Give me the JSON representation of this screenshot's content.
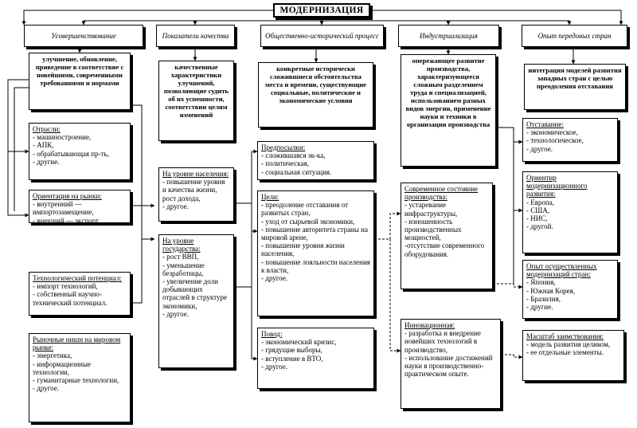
{
  "title": "МОДЕРНИЗАЦИЯ",
  "columns": [
    {
      "id": "c1",
      "header": "Усовершенствование"
    },
    {
      "id": "c2",
      "header": "Показатели качества"
    },
    {
      "id": "c3",
      "header": "Общественно-исторический процесс"
    },
    {
      "id": "c4",
      "header": "Индустриализация"
    },
    {
      "id": "c5",
      "header": "Опыт передовых стран"
    }
  ],
  "descriptions": {
    "c1": "улучшение, обновление, приведение в соответствие с новейшими, современными требованиями и нормами",
    "c2": "качественные характеристики улучшений, позволяющие судить об их успешности, соответствии целям изменений",
    "c3": "конкретные исторически сложившиеся обстоятельства места и времени, существующие социальные, политические и экономические условия",
    "c4": "опережающее развитие производства, характеризующееся сложным разделением труда и специализацией, использованием разных видов энергии, применение науки и техники в организации производства",
    "c5": "интеграция моделей развития западных стран с целью преодоления отставания"
  },
  "blocks": {
    "otrasli": {
      "head": "Отрасли:",
      "items": [
        "- машиностроение,",
        "- АПК,",
        "- обрабатывающая пр-ть,",
        "- другие."
      ]
    },
    "orientation": {
      "head": "Ориентация на рынки:",
      "items": [
        "- внутренний — импортозамещение,",
        "- внешний — экспорт."
      ]
    },
    "tech": {
      "head": "Технологический потенциал:",
      "items": [
        "- импорт технологий,",
        "- собственный научно-технический потенциал."
      ]
    },
    "niches": {
      "head": "Рыночные ниши на мировом рынке:",
      "items": [
        "- энергетика,",
        "- информационные технологии,",
        "- гуманитарные технологии,",
        "- другое."
      ]
    },
    "population": {
      "head": "На уровне населения:",
      "items": [
        "- повышение уровня и качества жизни,",
        "рост дохода,",
        "- другое."
      ]
    },
    "state": {
      "head": "На уровне государства:",
      "items": [
        "- рост ВВП,",
        "- уменьшение безработицы,",
        "- увеличение доли добывающих отраслей в структуре экономики,",
        "- другое."
      ]
    },
    "preconditions": {
      "head": "Предпосылки:",
      "items": [
        "- сложившаяся эк-ка,",
        "- политическая,",
        "- социальная ситуация."
      ]
    },
    "goals": {
      "head": "Цели:",
      "items": [
        "- преодоление отставания от развитых стран,",
        "- уход от сырьевой экономики,",
        "- повышение авторитета страны на мировой арене,",
        "- повышение уровня жизни населения,",
        "- повышение лояльности населения к власти,",
        "- другое."
      ]
    },
    "occasion": {
      "head": "Повод:",
      "items": [
        "- экономический кризис,",
        "- грядущие выборы,",
        "- вступление в ВТО,",
        "- другое."
      ]
    },
    "modern_state": {
      "head": "Современное состояние производства:",
      "items": [
        "- устаревание инфраструктуры,",
        "- изношенность производственных мощностей,",
        "-отсутствие современного оборудования."
      ]
    },
    "innovations": {
      "head": "Инновационная:",
      "items": [
        "- разработка и внедрение новейших технологий в производство,",
        "- использование достижений науки в производственно-практическом опыте."
      ]
    },
    "lag": {
      "head": "Отставание:",
      "items": [
        "- экономическое,",
        "- технологическое,",
        "- другое."
      ]
    },
    "reference": {
      "head": "Ориентир модернизационного развития:",
      "items": [
        "- Европа,",
        "- США,",
        "- НИС,",
        "- другой."
      ]
    },
    "experience": {
      "head": "Опыт осуществленных модернизаций стран:",
      "items": [
        "- Япония,",
        "- Южная Корея,",
        "- Бразилия,",
        "- другие."
      ]
    },
    "scale": {
      "head": "Масштаб заимствования:",
      "items": [
        "- модель развития целиком,",
        "- ее отдельные элементы."
      ]
    }
  }
}
